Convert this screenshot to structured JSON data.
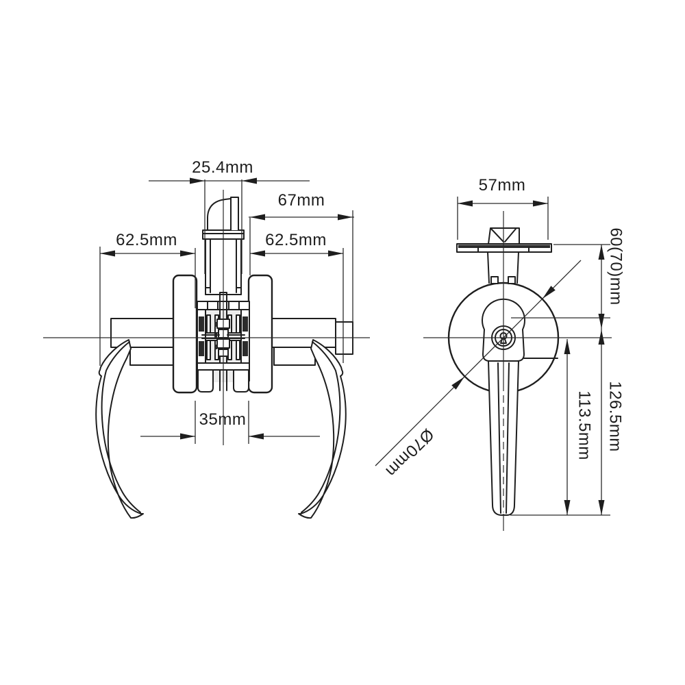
{
  "drawing_type": "door lever lockset dimensional drawing",
  "front_view": {
    "name": "front view - installed lockset with two levers",
    "dims": {
      "spindle_width": "25.4mm",
      "exterior_depth": "67mm",
      "interior_projection": "62.5mm",
      "exterior_projection": "62.5mm",
      "door_thickness": "35mm"
    }
  },
  "side_view": {
    "name": "side view - latch faceplate, rose and lever",
    "dims": {
      "faceplate_length": "57mm",
      "backset": "60(70)mm",
      "rose_diameter": "Ø70mm",
      "lever_drop": "113.5mm",
      "overall_drop": "126.5mm"
    }
  },
  "colors": {
    "line": "#1e1e1e",
    "background": "#ffffff",
    "dark_fill": "#2b2b2b",
    "shade": "#d9d9d9"
  }
}
